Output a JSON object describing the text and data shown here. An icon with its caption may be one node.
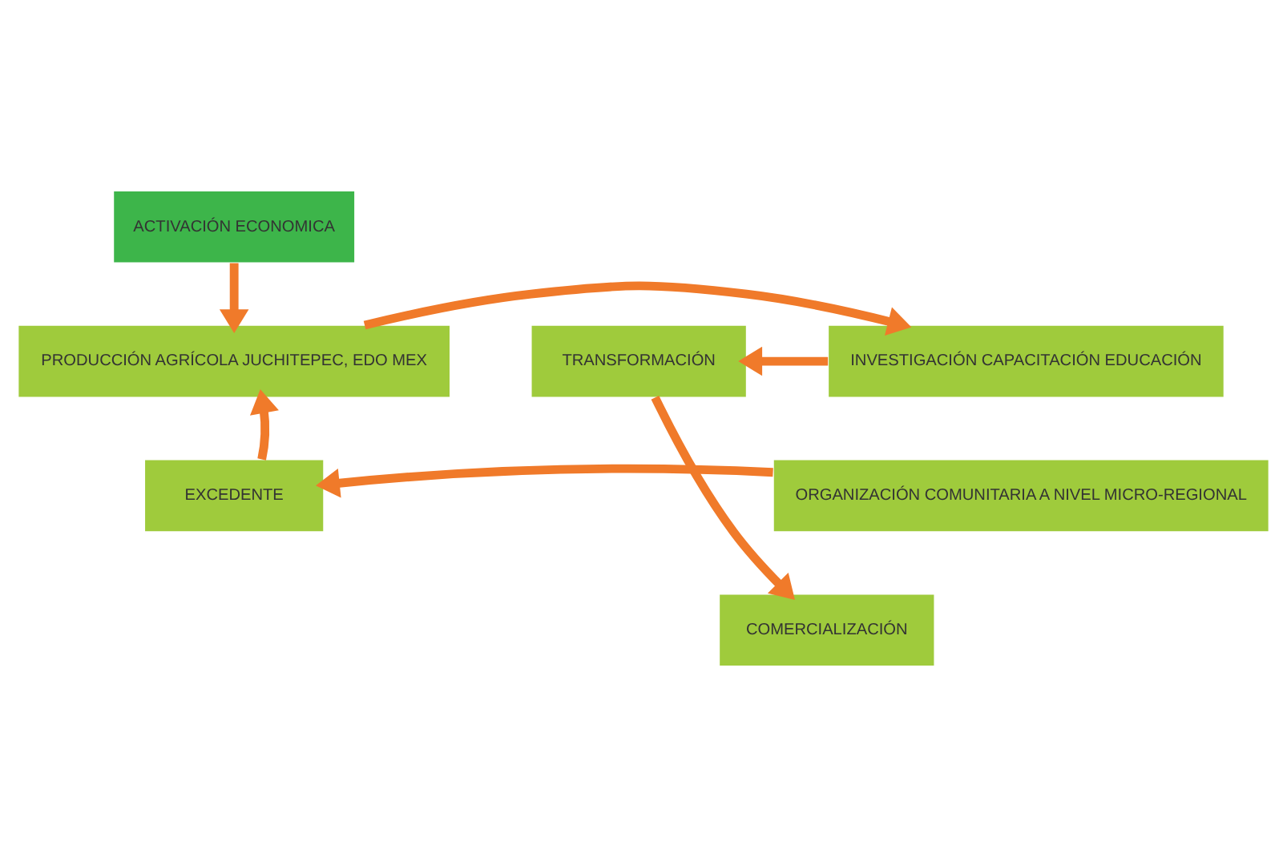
{
  "diagram": {
    "nodes": [
      {
        "text": [
          "ACTIVACIÓN ECONOMICA"
        ]
      },
      {
        "text": [
          "PRODUCCIÓN AGRÍCOLA JUCHITEPEC, EDO MEX"
        ]
      },
      {
        "text": [
          "INVESTIGACIÓN CAPACITACIÓN EDUCACIÓN"
        ]
      },
      {
        "text": [
          "TRANSFORMACIÓN"
        ]
      },
      {
        "text": [
          "ORGANIZACIÓN COMUNITARIA A NIVEL MICRO-REGIONAL"
        ]
      },
      {
        "text": [
          "EXCEDENTE"
        ]
      },
      {
        "text": [
          "COMERCIALIZACIÓN"
        ]
      }
    ],
    "edges": [
      {
        "from": 0,
        "to": 1,
        "arrow": "to"
      },
      {
        "from": 1,
        "to": 2,
        "arrow": "to"
      },
      {
        "from": 2,
        "to": 3,
        "arrow": "to"
      },
      {
        "from": 3,
        "to": 6,
        "arrow": "to"
      },
      {
        "from": 4,
        "to": 5,
        "arrow": "to"
      },
      {
        "from": 5,
        "to": 1,
        "arrow": "to"
      }
    ]
  }
}
